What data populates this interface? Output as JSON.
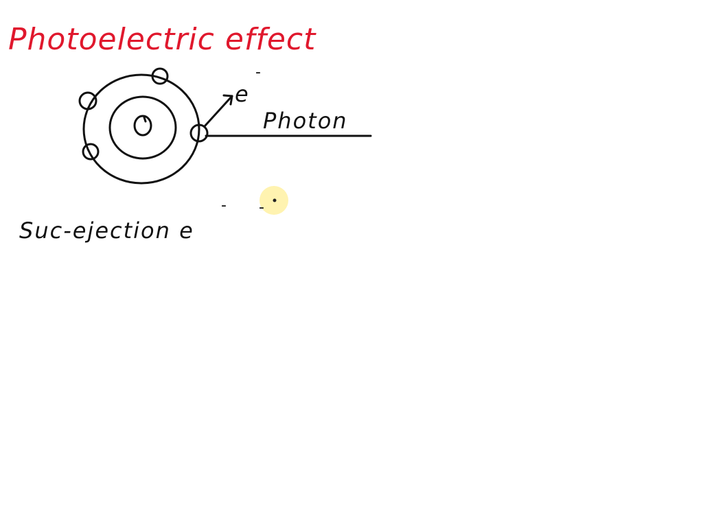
{
  "title": "Photoelectric effect",
  "colors": {
    "title": "#e0182d",
    "ink": "#111111",
    "pointer_glow": "#fff3b0",
    "pointer_dot": "#222222"
  },
  "labels": {
    "electron": "e",
    "electron_charge": "-",
    "photon": "Photon",
    "ejection": "Suc-ejection e",
    "ejection_charge": "-"
  },
  "annotations": {
    "face": "-"
  },
  "atom": {
    "electrons_shown": 4
  }
}
